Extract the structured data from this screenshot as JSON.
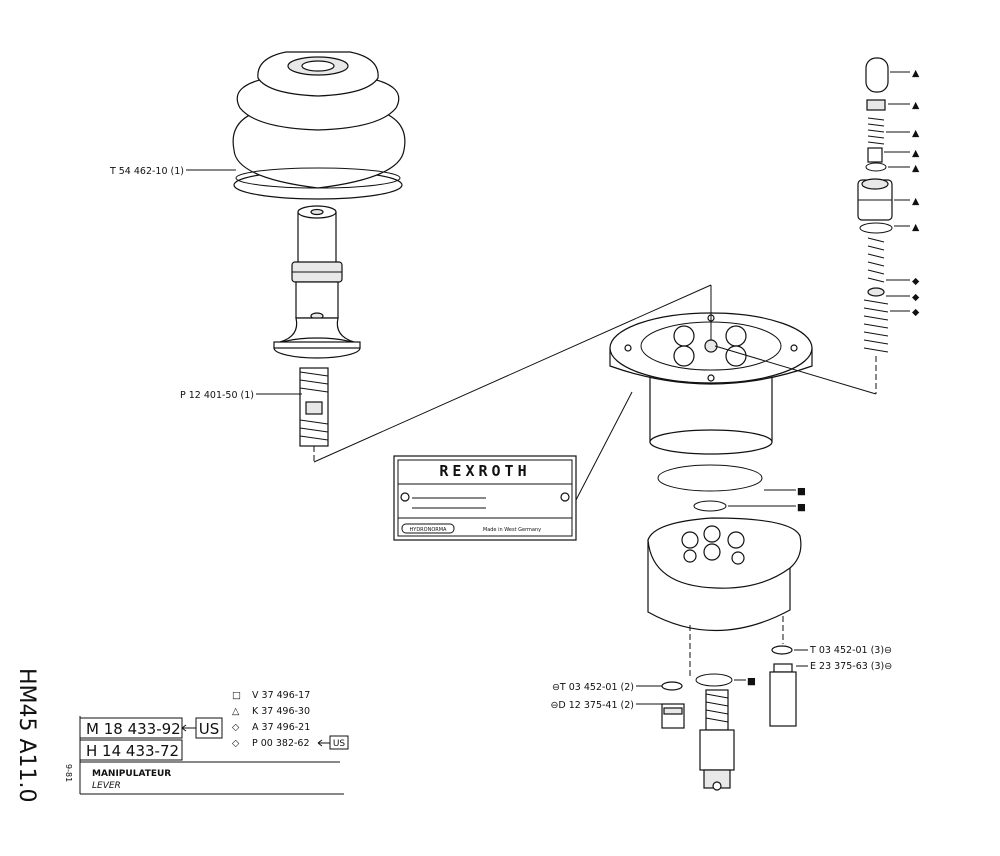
{
  "callouts": {
    "boot": "T 54 462-10 (1)",
    "stud": "P 12 401-50 (1)",
    "washer_right": "T 03 452-01 (3)⊖",
    "fitting_right": "E 23 375-63 (3)⊖",
    "washer_left": "⊖T 03 452-01 (2)",
    "fitting_left": "⊖D 12 375-41 (2)"
  },
  "nameplate": {
    "brand": "REXROTH",
    "maker": "HYDRONORMA",
    "origin": "Made in West Germany"
  },
  "kits": [
    {
      "symbol": "□",
      "code": "V 37 496-17",
      "us": ""
    },
    {
      "symbol": "△",
      "code": "K 37 496-30",
      "us": ""
    },
    {
      "symbol": "◇",
      "code": "A 37 496-21",
      "us": ""
    },
    {
      "symbol": "◇",
      "code": "P 00 382-62",
      "us": "US"
    }
  ],
  "assembly": {
    "code_m": "M 18 433-92",
    "code_h": "H 14 433-72",
    "us_tag": "US",
    "model": "HM45 A11.0",
    "date": "9-81",
    "title_fr": "MANIPULATEUR",
    "title_en": "LEVER"
  },
  "markers": {
    "triangle": "▲",
    "diamond": "◆",
    "square": "■"
  }
}
